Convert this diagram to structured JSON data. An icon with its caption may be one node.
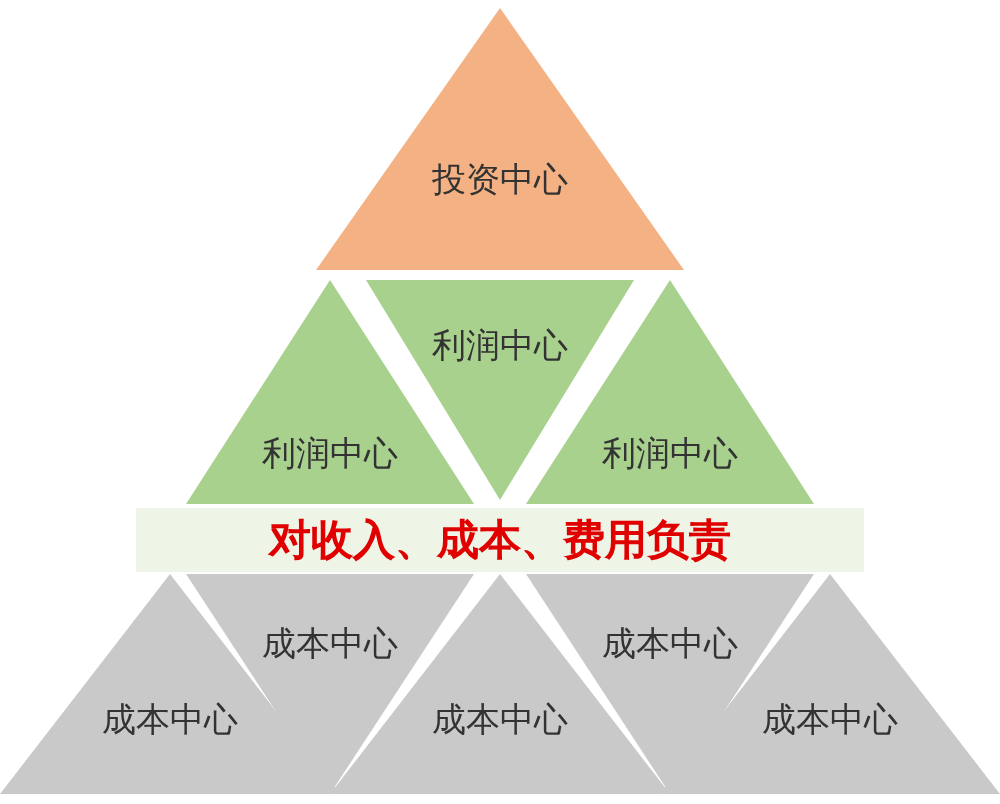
{
  "diagram": {
    "nodes": [
      {
        "text": [
          "投资中心"
        ]
      },
      {
        "text": [
          "利润中心"
        ]
      },
      {
        "text": [
          "利润中心"
        ]
      },
      {
        "text": [
          "利润中心"
        ]
      },
      {
        "text": [
          "对收入、成本、费用负责"
        ]
      },
      {
        "text": [
          "成本中心"
        ]
      },
      {
        "text": [
          "成本中心"
        ]
      },
      {
        "text": [
          "成本中心"
        ]
      },
      {
        "text": [
          "成本中心"
        ]
      },
      {
        "text": [
          "成本中心"
        ]
      }
    ]
  }
}
